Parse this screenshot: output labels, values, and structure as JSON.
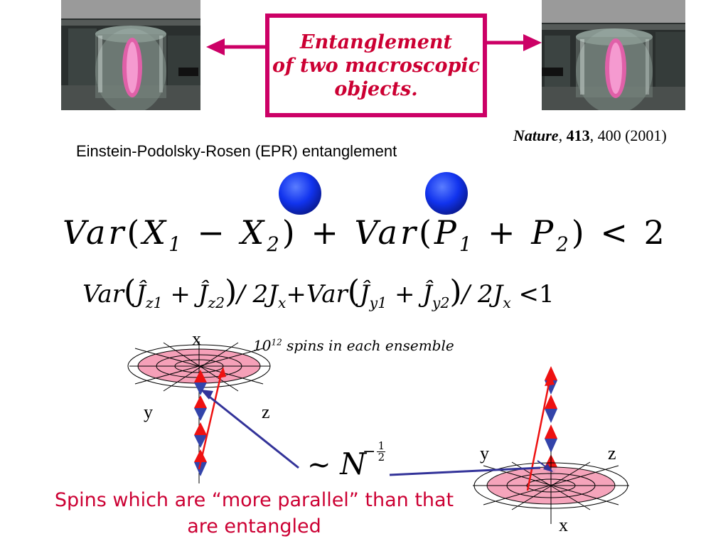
{
  "title_box": {
    "line1": "Entanglement",
    "line2": "of two macroscopic",
    "line3": "objects."
  },
  "citation": {
    "journal": "Nature",
    "sep1": ", ",
    "volume": "413",
    "rest": ", 400 (2001)"
  },
  "epr_label": "Einstein-Podolsky-Rosen (EPR) entanglement",
  "equation1": {
    "var1": "Var",
    "x1": "X",
    "s1": "1",
    "minus": " − ",
    "x2": "X",
    "s2": "2",
    "plus": " + ",
    "var2": "Var",
    "p1": "P",
    "s3": "1",
    "p2": "P",
    "s4": "2",
    "lt": " < 2"
  },
  "equation2": {
    "var1": "Var",
    "j1": "Ĵ",
    "s1": "z1",
    "j2": "Ĵ",
    "s2": "z2",
    "div1": "/ 2J",
    "sx1": "x",
    "var2": "+Var",
    "j3": "Ĵ",
    "s3": "y1",
    "j4": "Ĵ",
    "s4": "y2",
    "div2": "/ 2J",
    "sx2": "x",
    "lt": " <1"
  },
  "spins_note": {
    "base": "10",
    "exp": "12",
    "text": " spins in each  ensemble"
  },
  "left_axes": {
    "x": "x",
    "y": "y",
    "z": "z"
  },
  "right_axes": {
    "x": "x",
    "y": "y",
    "z": "z"
  },
  "approx": {
    "tilde": "~ ",
    "n": "N",
    "minus": "−",
    "num": "1",
    "den": "2"
  },
  "caption": {
    "line1": "Spins which are “more parallel” than that",
    "line2": "are entangled"
  },
  "colors": {
    "accent": "#cc0066",
    "caption_red": "#cc0033",
    "ball_blue": "#1133ee",
    "disc_pink": "#f5a0b8",
    "spin_red": "#ee1111",
    "spin_blue": "#3344aa",
    "pointer_blue": "#333399"
  }
}
